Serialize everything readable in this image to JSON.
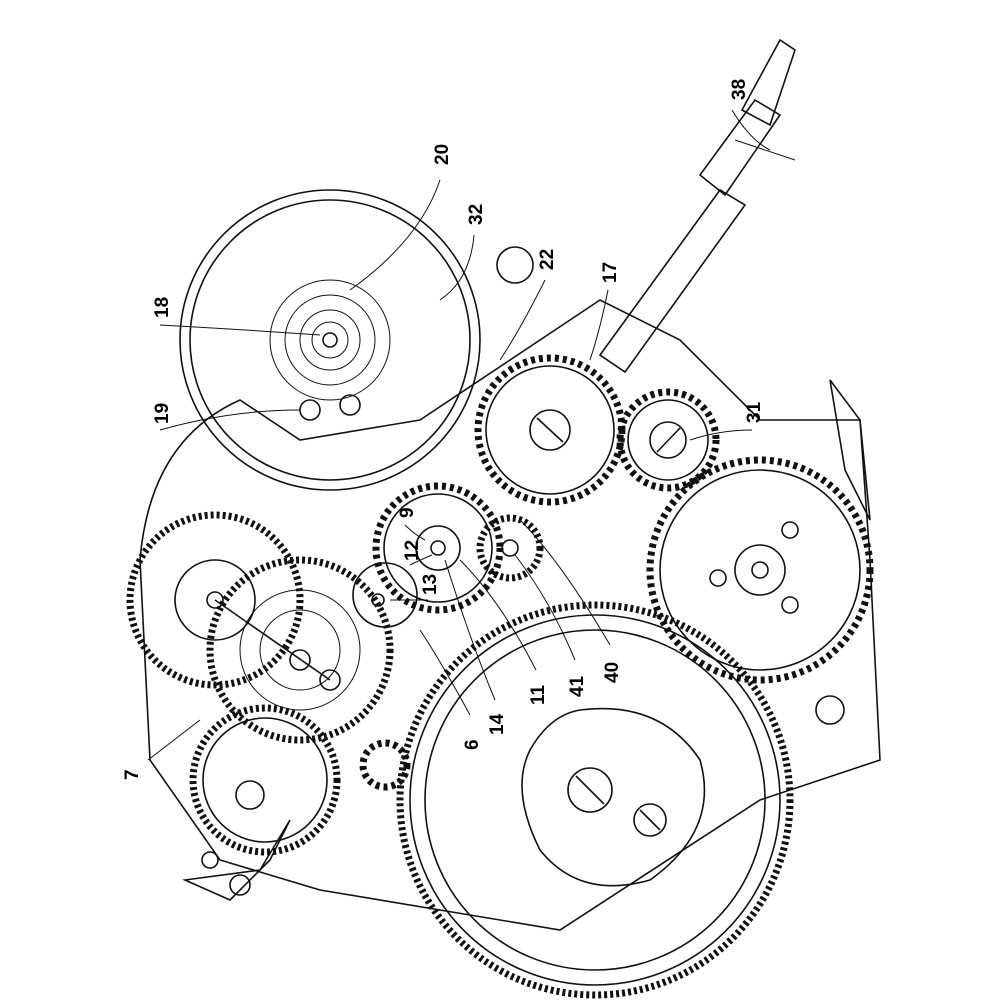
{
  "figure": {
    "labels": {
      "l38": "38",
      "l20": "20",
      "l32": "32",
      "l22": "22",
      "l17": "17",
      "l18": "18",
      "l19": "19",
      "l31": "31",
      "l9": "9",
      "l12": "12",
      "l13": "13",
      "l7": "7",
      "l6": "6",
      "l14": "14",
      "l11": "11",
      "l41": "41",
      "l40": "40"
    }
  }
}
